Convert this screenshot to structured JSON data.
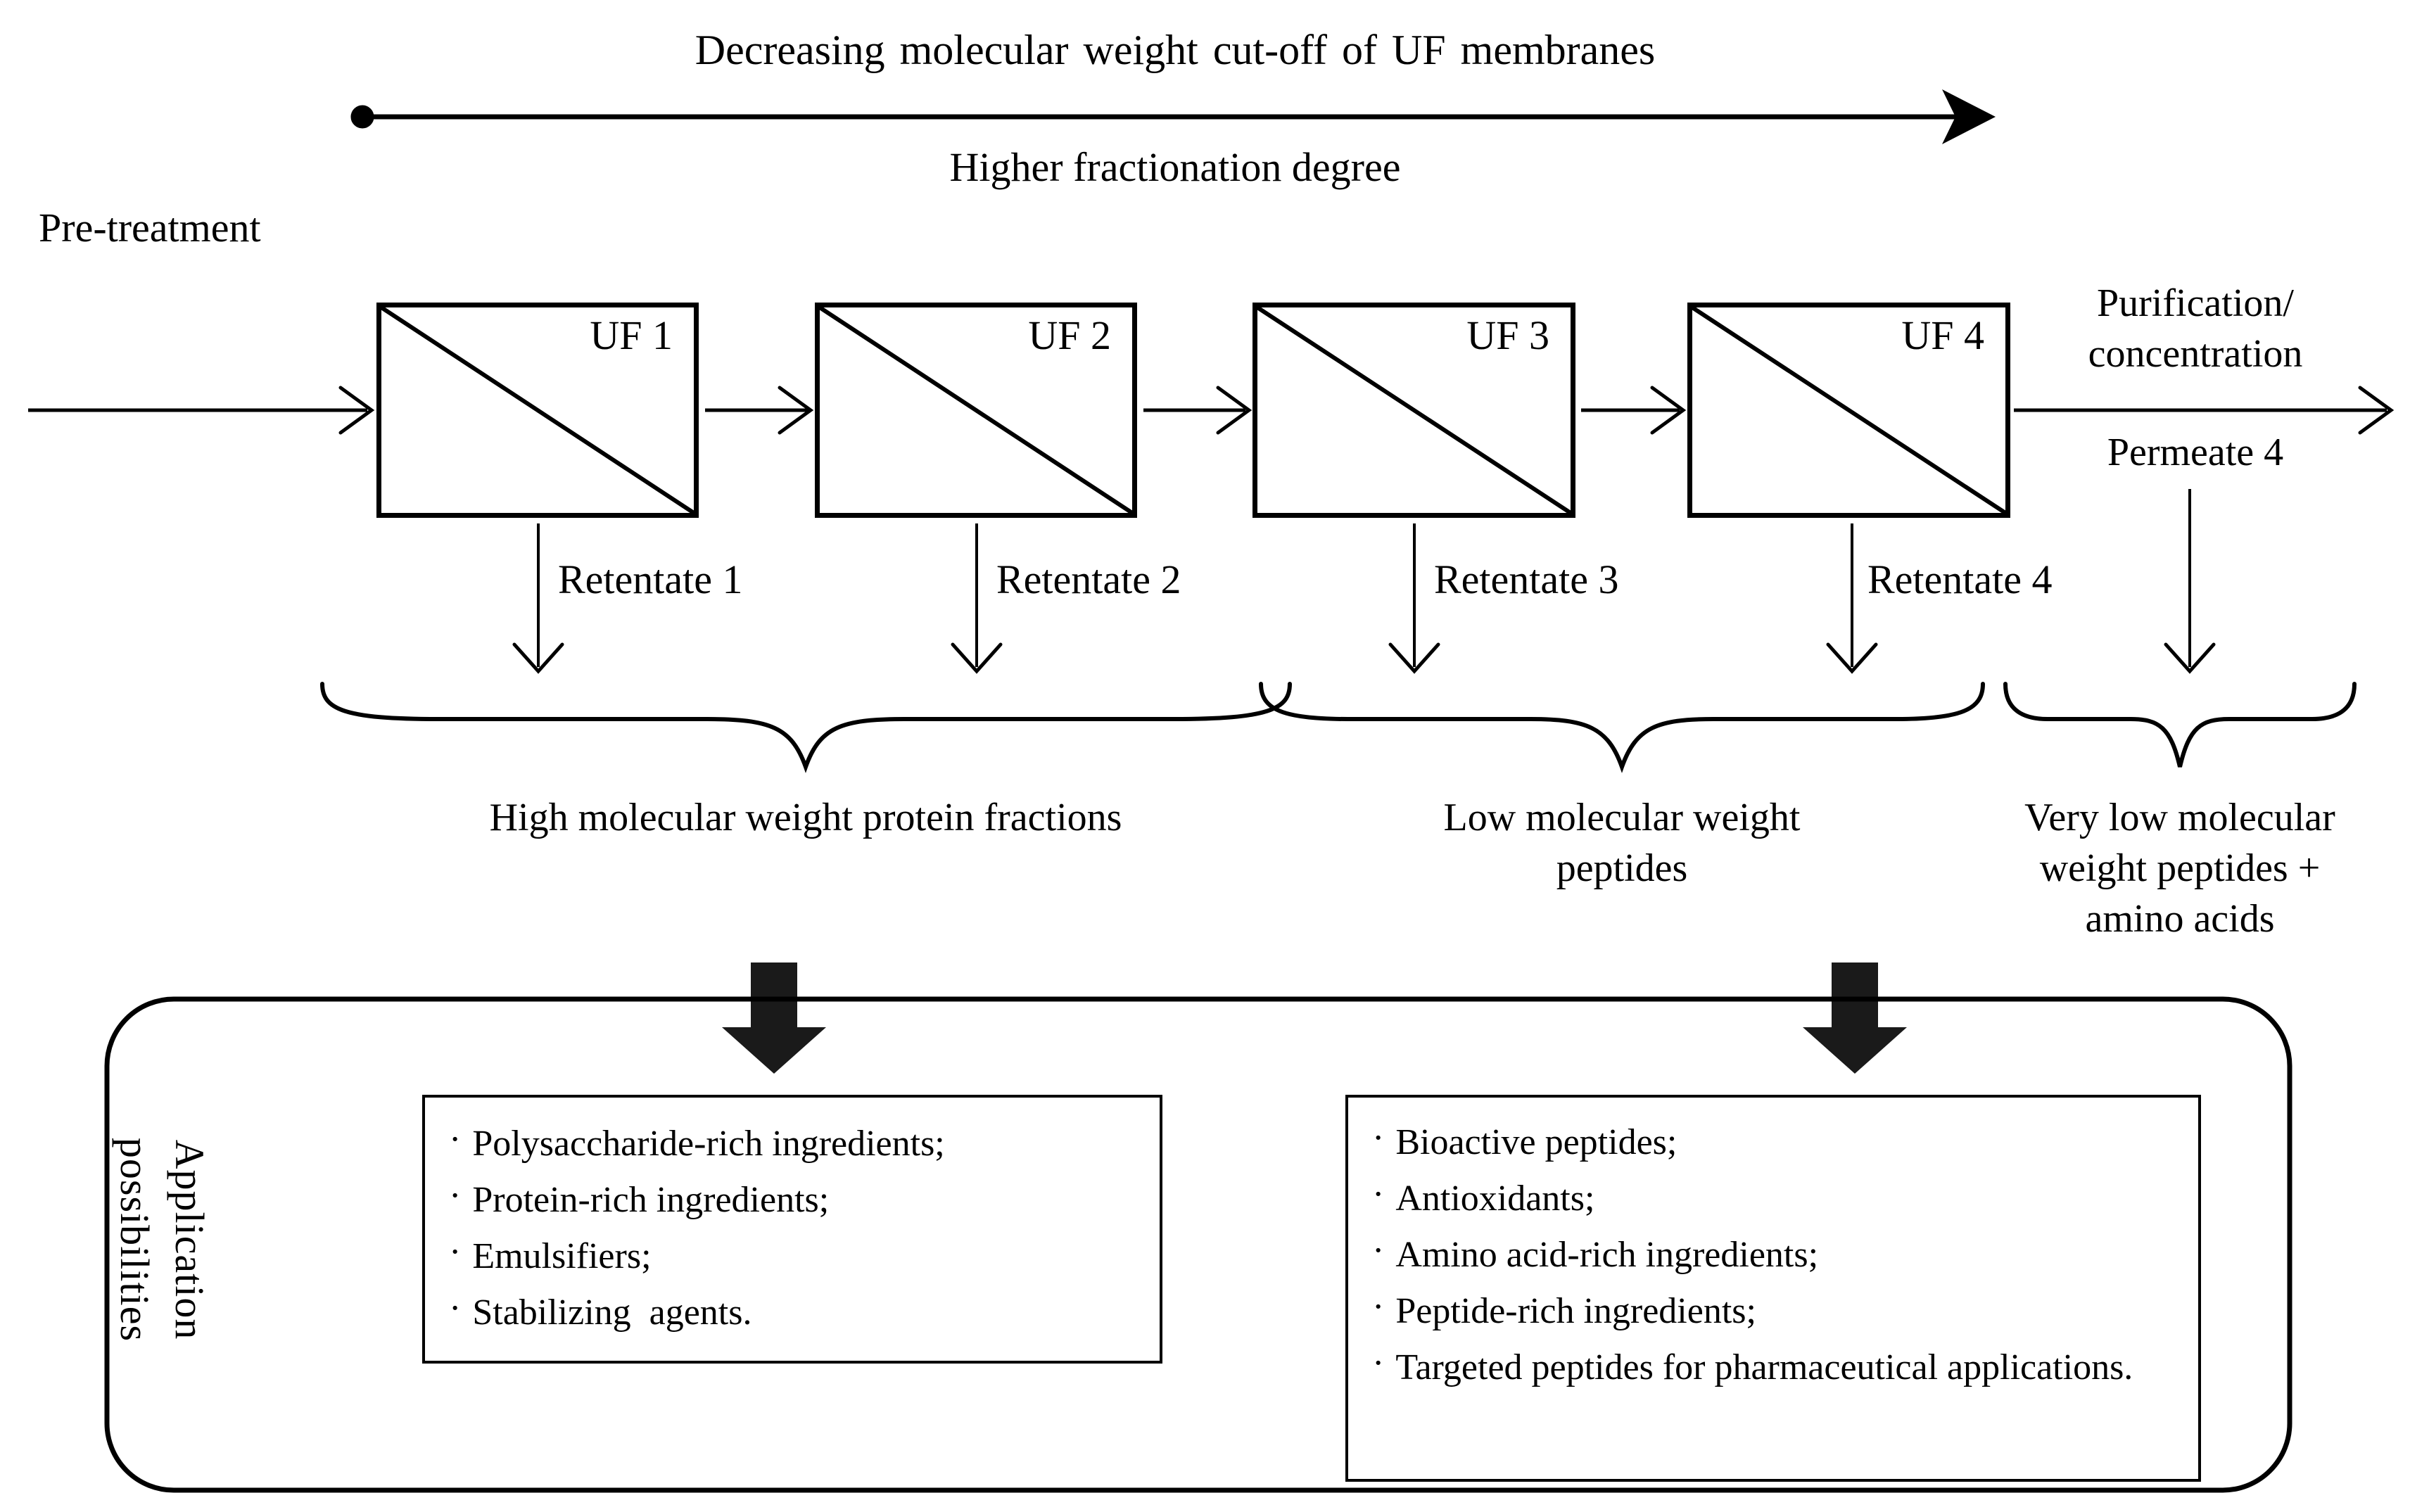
{
  "header": {
    "title": "Decreasing molecular weight cut-off of UF membranes",
    "subtitle": "Higher fractionation degree"
  },
  "flow": {
    "pretreatment_label": "Pre-treatment",
    "units": [
      {
        "label": "UF 1",
        "retentate_label": "Retentate 1"
      },
      {
        "label": "UF 2",
        "retentate_label": "Retentate 2"
      },
      {
        "label": "UF 3",
        "retentate_label": "Retentate 3"
      },
      {
        "label": "UF 4",
        "retentate_label": "Retentate 4"
      }
    ],
    "output_lines": [
      "Purification/",
      "concentration"
    ],
    "permeate_label": "Permeate 4"
  },
  "fractions": {
    "high": [
      "High molecular weight protein fractions"
    ],
    "low": [
      "Low molecular weight",
      "peptides"
    ],
    "very_low": [
      "Very low molecular",
      "weight peptides +",
      "amino acids"
    ]
  },
  "applications": {
    "rotated": [
      "Application",
      "possibilities"
    ],
    "bullet_char": "·",
    "left_box_items": [
      "Polysaccharide-rich ingredients;",
      "Protein-rich ingredients;",
      "Emulsifiers;",
      "Stabilizing  agents."
    ],
    "right_box_items": [
      "Bioactive peptides;",
      "Antioxidants;",
      "Amino acid-rich ingredients;",
      "Peptide-rich ingredients;",
      "Targeted peptides for pharmaceutical applications."
    ]
  },
  "colors": {
    "ink": "#000000",
    "fat_arrow_fill": "#1a1a1a",
    "background": "#ffffff"
  }
}
